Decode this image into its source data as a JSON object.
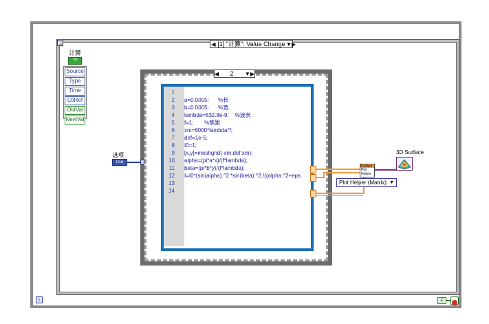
{
  "event_structure": {
    "case_label": "[1] \"计算\": Value Change",
    "node_title": "计算",
    "node_badge": "TF",
    "data_items": [
      "Source",
      "Type",
      "Time",
      "CtlRef",
      "OldVal",
      "NewVal"
    ]
  },
  "sequence": {
    "case_label": "2"
  },
  "mathscript": {
    "lines": [
      {
        "n": "1",
        "code": ""
      },
      {
        "n": "2",
        "code": "a=0.0005;      %长"
      },
      {
        "n": "3",
        "code": "b=0.0005;      %宽"
      },
      {
        "n": "4",
        "code": "lambda=632.8e-9;    %波长"
      },
      {
        "n": "5",
        "code": "f=1;       %焦距"
      },
      {
        "n": "6",
        "code": "xm=6000*lambda*f;"
      },
      {
        "n": "7",
        "code": "def=1e-5;"
      },
      {
        "n": "8",
        "code": "I0=1;"
      },
      {
        "n": "9",
        "code": "[x,y]=meshgrid(-xm:def:xm);"
      },
      {
        "n": "10",
        "code": "alpha=(pi*a*x)/(f*lambda);"
      },
      {
        "n": "11",
        "code": "beta=(pi*b*y)/(f*lambda);"
      },
      {
        "n": "12",
        "code": "I=I0*(sin(alpha).^2.*sin(beta).^2./((alpha.^2+eps"
      },
      {
        "n": "13",
        "code": ""
      },
      {
        "n": "14",
        "code": ""
      }
    ]
  },
  "control": {
    "label": "选项",
    "badge": "U16"
  },
  "surface_helper": {
    "top": "Surface",
    "line1": "Plot",
    "line2": "Helper"
  },
  "plot_helper_select": {
    "value": "Plot Helper (Matrix)"
  },
  "indicator": {
    "label": "3D Surface"
  },
  "loop": {
    "iter": "i",
    "stop": "F"
  },
  "colors": {
    "wire": "#f09a3c",
    "script_border": "#1c6fb5",
    "frame_gray": "#6b6b6b"
  }
}
